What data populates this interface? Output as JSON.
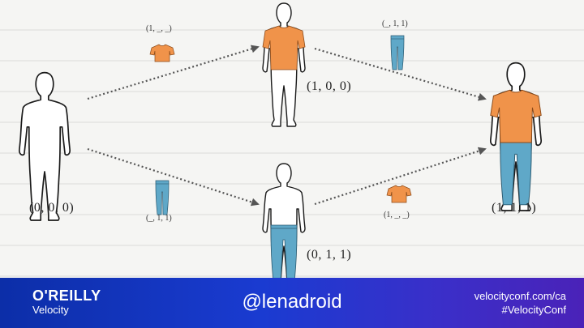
{
  "states": {
    "start": "(0, 0, 0)",
    "top": "(1, 0, 0)",
    "bottom": "(0, 1, 1)",
    "end": "(1, 1, 1)"
  },
  "edge_labels": {
    "shirt_top": "(1, _, _)",
    "pants_top": "(_, 1, 1)",
    "pants_bottom": "(_, 1, 1)",
    "shirt_bottom": "(1, _, _)"
  },
  "colors": {
    "shirt": "#f0934a",
    "pants": "#5fa8c8",
    "arrow": "#555555"
  },
  "footer": {
    "brand": "O'REILLY",
    "brand_sub": "Velocity",
    "handle": "@lenadroid",
    "url": "velocityconf.com/ca",
    "hashtag": "#VelocityConf"
  }
}
